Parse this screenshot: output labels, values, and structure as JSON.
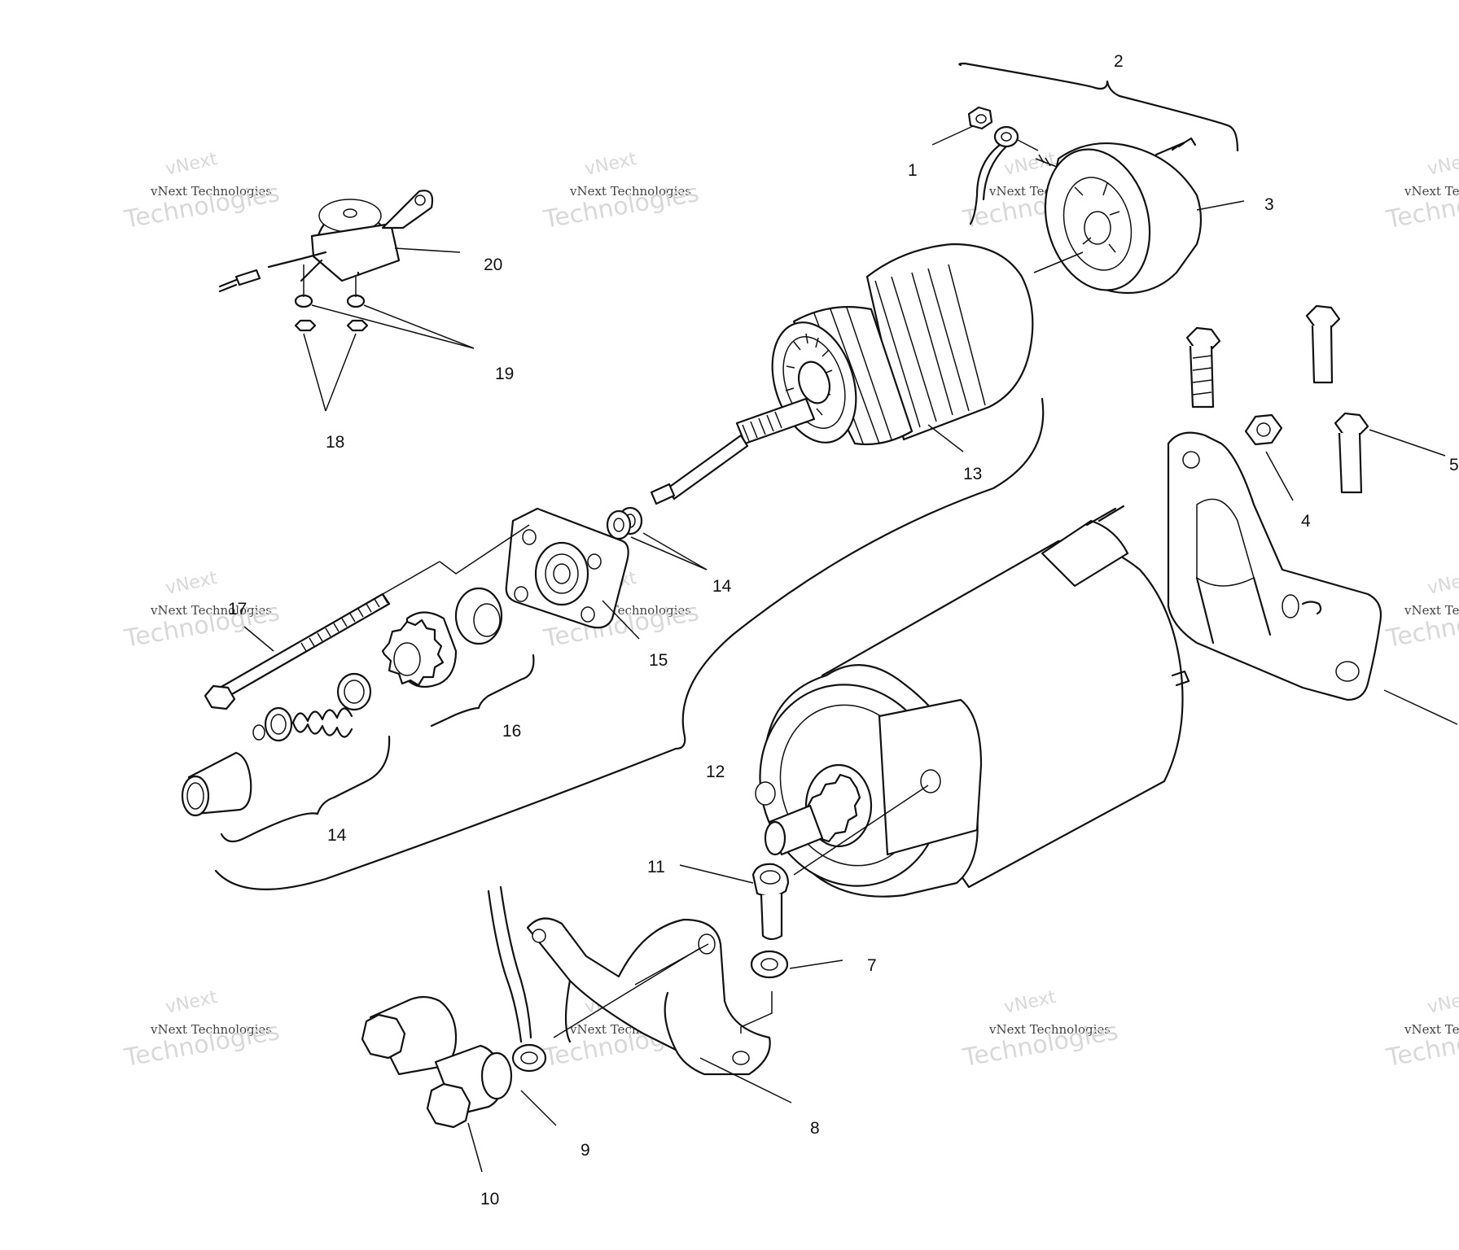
{
  "watermark": {
    "line1": "vNext",
    "line2": "vNext Technologies",
    "line3": "Technologies"
  },
  "callouts": [
    {
      "id": "c1",
      "label": "1"
    },
    {
      "id": "c2",
      "label": "2"
    },
    {
      "id": "c3",
      "label": "3"
    },
    {
      "id": "c4",
      "label": "4"
    },
    {
      "id": "c5",
      "label": "5"
    },
    {
      "id": "c7",
      "label": "7"
    },
    {
      "id": "c8",
      "label": "8"
    },
    {
      "id": "c9",
      "label": "9"
    },
    {
      "id": "c10",
      "label": "10"
    },
    {
      "id": "c11",
      "label": "11"
    },
    {
      "id": "c12",
      "label": "12"
    },
    {
      "id": "c13",
      "label": "13"
    },
    {
      "id": "c14a",
      "label": "14"
    },
    {
      "id": "c14b",
      "label": "14"
    },
    {
      "id": "c15",
      "label": "15"
    },
    {
      "id": "c16",
      "label": "16"
    },
    {
      "id": "c17",
      "label": "17"
    },
    {
      "id": "c18",
      "label": "18"
    },
    {
      "id": "c19",
      "label": "19"
    },
    {
      "id": "c20",
      "label": "20"
    }
  ]
}
